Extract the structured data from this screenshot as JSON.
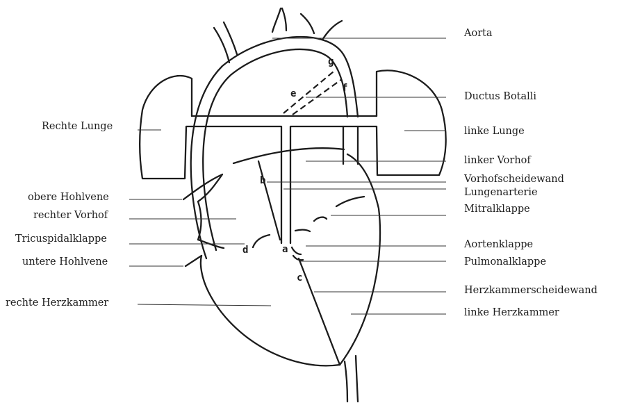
{
  "labels": {
    "aorta": "Aorta",
    "ductus_botalli": "Ductus Botalli",
    "linke_lunge": "linke Lunge",
    "linker_vorhof": "linker Vorhof",
    "vorhofscheidewand": "Vorhofscheidewand",
    "lungenarterie": "Lungenarterie",
    "mitralklappe": "Mitralklappe",
    "aortenklappe": "Aortenklappe",
    "pulmonalklappe": "Pulmonalklappe",
    "herzkammerscheidewand": "Herzkammerscheidewand",
    "linke_herzkammer": "linke Herzkammer",
    "rechte_lunge": "Rechte Lunge",
    "obere_hohlvene": "obere Hohlvene",
    "rechter_vorhof": "rechter Vorhof",
    "tricuspidalklappe": "Tricuspidalklappe",
    "untere_hohlvene": "untere Hohlvene",
    "rechte_herzkammer": "rechte Herzkammer"
  },
  "letters": {
    "a": "a",
    "b": "b",
    "c": "c",
    "d": "d",
    "e": "e",
    "f": "f",
    "g": "g"
  }
}
